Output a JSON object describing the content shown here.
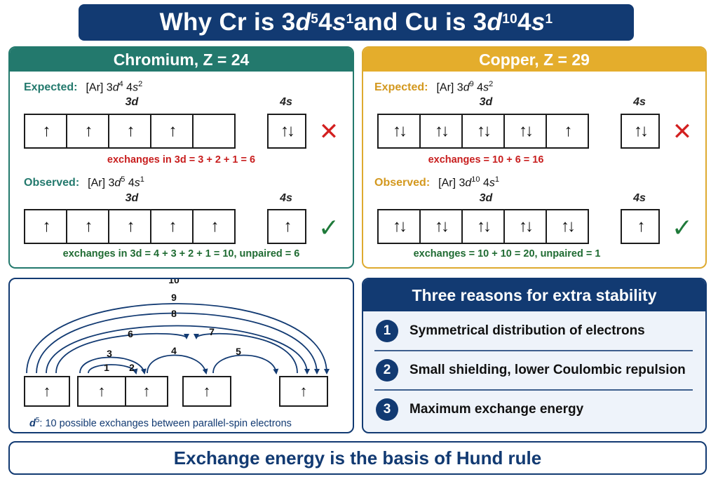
{
  "title": {
    "part1": "Why Cr is 3",
    "d1": "d",
    "sup1": "5",
    "mid1": " 4",
    "s1": "s",
    "sup2": "1",
    "part2": " and Cu is 3",
    "d2": "d",
    "sup3": "10",
    "mid2": " 4",
    "s2": "s",
    "sup4": "1"
  },
  "chromium": {
    "header": "Chromium, Z = 24",
    "expected_label": "Expected:",
    "expected_config": {
      "core": "[Ar] 3",
      "d": "d",
      "d_sup": "4",
      "s_pre": " 4",
      "s": "s",
      "s_sup": "2"
    },
    "observed_label": "Observed:",
    "observed_config": {
      "core": "[Ar] 3",
      "d": "d",
      "d_sup": "5",
      "s_pre": " 4",
      "s": "s",
      "s_sup": "1"
    },
    "sublabel_3d": "3d",
    "sublabel_4s": "4s",
    "expected_3d": [
      "↑",
      "↑",
      "↑",
      "↑",
      ""
    ],
    "expected_4s": "↑↓",
    "observed_3d": [
      "↑",
      "↑",
      "↑",
      "↑",
      "↑"
    ],
    "observed_4s": "↑",
    "expected_note": "exchanges in 3d = 3 + 2 + 1 = 6",
    "observed_note": "exchanges in 3d = 4 + 3 + 2 + 1 = 10, unpaired = 6"
  },
  "copper": {
    "header": "Copper, Z = 29",
    "expected_label": "Expected:",
    "expected_config": {
      "core": "[Ar] 3",
      "d": "d",
      "d_sup": "9",
      "s_pre": " 4",
      "s": "s",
      "s_sup": "2"
    },
    "observed_label": "Observed:",
    "observed_config": {
      "core": "[Ar] 3",
      "d": "d",
      "d_sup": "10",
      "s_pre": " 4",
      "s": "s",
      "s_sup": "1"
    },
    "sublabel_3d": "3d",
    "sublabel_4s": "4s",
    "expected_3d": [
      "↑↓",
      "↑↓",
      "↑↓",
      "↑↓",
      "↑"
    ],
    "expected_4s": "↑↓",
    "observed_3d": [
      "↑↓",
      "↑↓",
      "↑↓",
      "↑↓",
      "↑↓"
    ],
    "observed_4s": "↑",
    "expected_note": "exchanges = 10 + 6 = 16",
    "observed_note": "exchanges = 10 + 10 = 20, unpaired = 1"
  },
  "marks": {
    "wrong": "✕",
    "right": "✓",
    "wrong_icon": "red-cross-icon",
    "right_icon": "green-check-icon"
  },
  "exchange_diagram": {
    "electrons": [
      "↑",
      "↑",
      "↑",
      "↑",
      "↑"
    ],
    "pair_labels": [
      "1",
      "2",
      "3",
      "4",
      "5",
      "6",
      "7",
      "8",
      "9",
      "10"
    ],
    "caption_d": "d",
    "caption_sup": "5",
    "caption_text": ": 10 possible exchanges between parallel-spin electrons"
  },
  "reasons": {
    "header": "Three reasons for extra stability",
    "items": [
      {
        "num": "1",
        "text": "Symmetrical distribution of electrons"
      },
      {
        "num": "2",
        "text": "Small shielding, lower Coulombic repulsion"
      },
      {
        "num": "3",
        "text": "Maximum exchange energy"
      }
    ]
  },
  "footer": "Exchange energy is the basis of Hund rule",
  "colors": {
    "navy": "#123a72",
    "teal": "#23796d",
    "gold": "#e4ad2c",
    "red": "#d32020",
    "green": "#1f7a3a"
  }
}
